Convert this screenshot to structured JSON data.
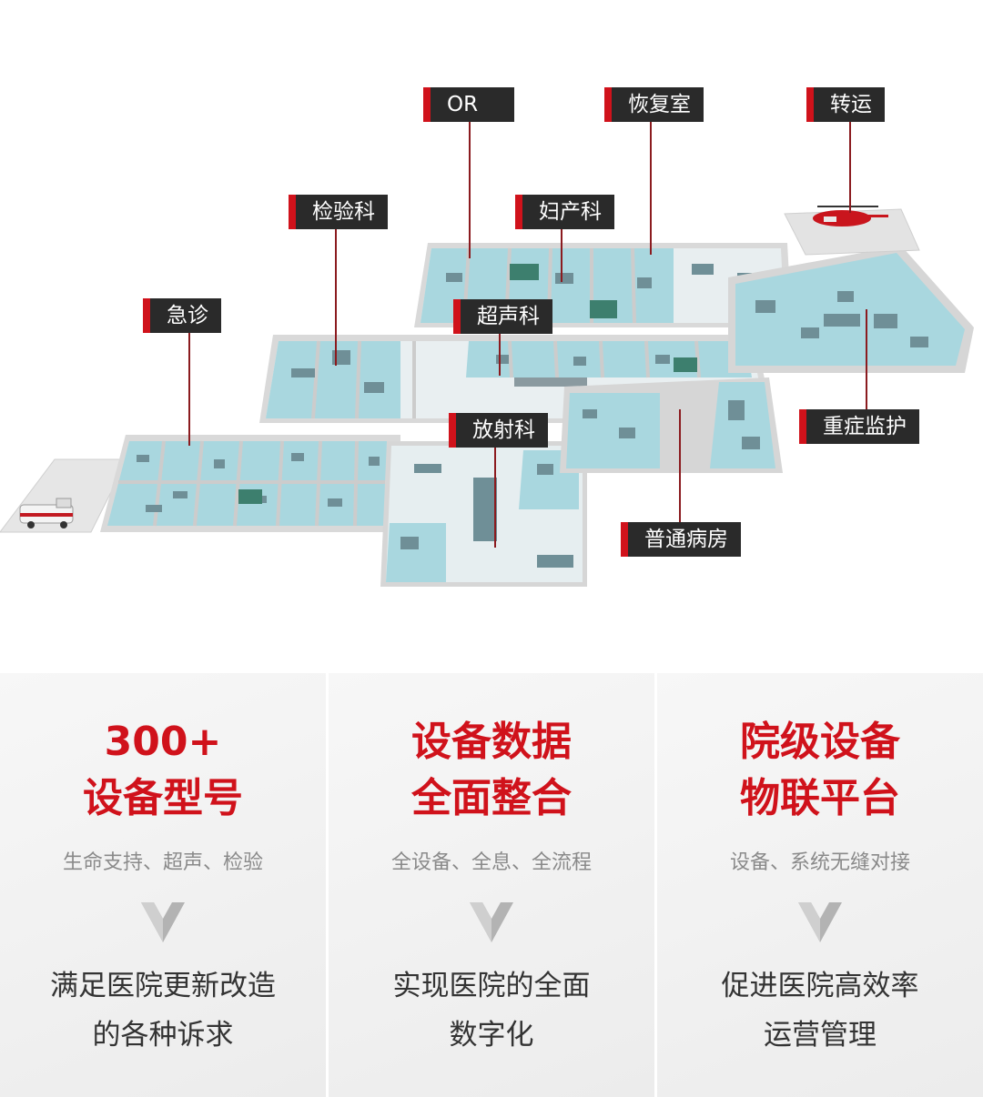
{
  "labels": {
    "or": "OR",
    "recovery": "恢复室",
    "transfer": "转运",
    "lab": "检验科",
    "obstetrics": "妇产科",
    "emergency": "急诊",
    "ultrasound": "超声科",
    "icu": "重症监护",
    "radiology": "放射科",
    "general_ward": "普通病房"
  },
  "colors": {
    "accent_red": "#d0121b",
    "label_bg": "#2a2a2a",
    "room_floor": "#a9d7df",
    "panel_bg": "#f0f0f0",
    "subtext": "#8a8a8a"
  },
  "panels": [
    {
      "title_line1": "300+",
      "title_line2": "设备型号",
      "subtitle": "生命支持、超声、检验",
      "icon": "v-chevron-icon",
      "desc_line1": "满足医院更新改造",
      "desc_line2": "的各种诉求"
    },
    {
      "title_line1": "设备数据",
      "title_line2": "全面整合",
      "subtitle": "全设备、全息、全流程",
      "icon": "v-chevron-icon",
      "desc_line1": "实现医院的全面",
      "desc_line2": "数字化"
    },
    {
      "title_line1": "院级设备",
      "title_line2": "物联平台",
      "subtitle": "设备、系统无缝对接",
      "icon": "v-chevron-icon",
      "desc_line1": "促进医院高效率",
      "desc_line2": "运营管理"
    }
  ]
}
